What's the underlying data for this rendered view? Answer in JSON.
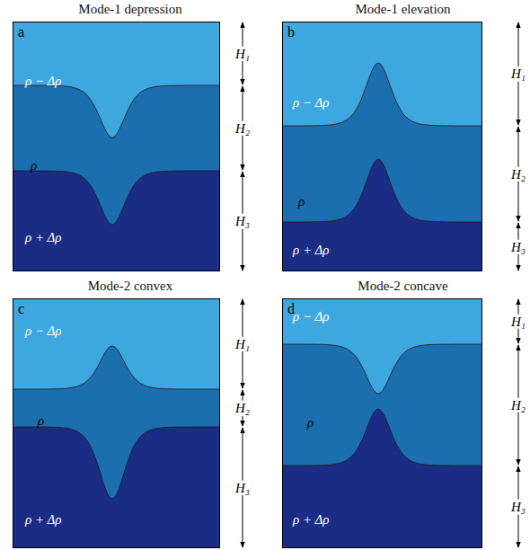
{
  "diagram": {
    "nodes": [
      {
        "text": [
          "Mode-1 depression",
          "a"
        ]
      },
      {
        "text": [
          "Mode-1 elevation",
          "b"
        ]
      },
      {
        "text": [
          "Mode-2 convex",
          "c"
        ]
      },
      {
        "text": [
          "Mode-2 concave",
          "d"
        ]
      }
    ],
    "labels": [
      "ρ − Δρ",
      "ρ",
      "ρ + Δρ",
      "H₁",
      "H₂",
      "H₃",
      "ρ − Δρ",
      "ρ",
      "ρ + Δρ",
      "H₁",
      "H₂",
      "H₃",
      "ρ − Δρ",
      "ρ",
      "ρ + Δρ",
      "H₁",
      "H₂",
      "H₃",
      "ρ − Δρ",
      "ρ",
      "ρ + Δρ",
      "H₁",
      "H₂",
      "H₃"
    ]
  }
}
